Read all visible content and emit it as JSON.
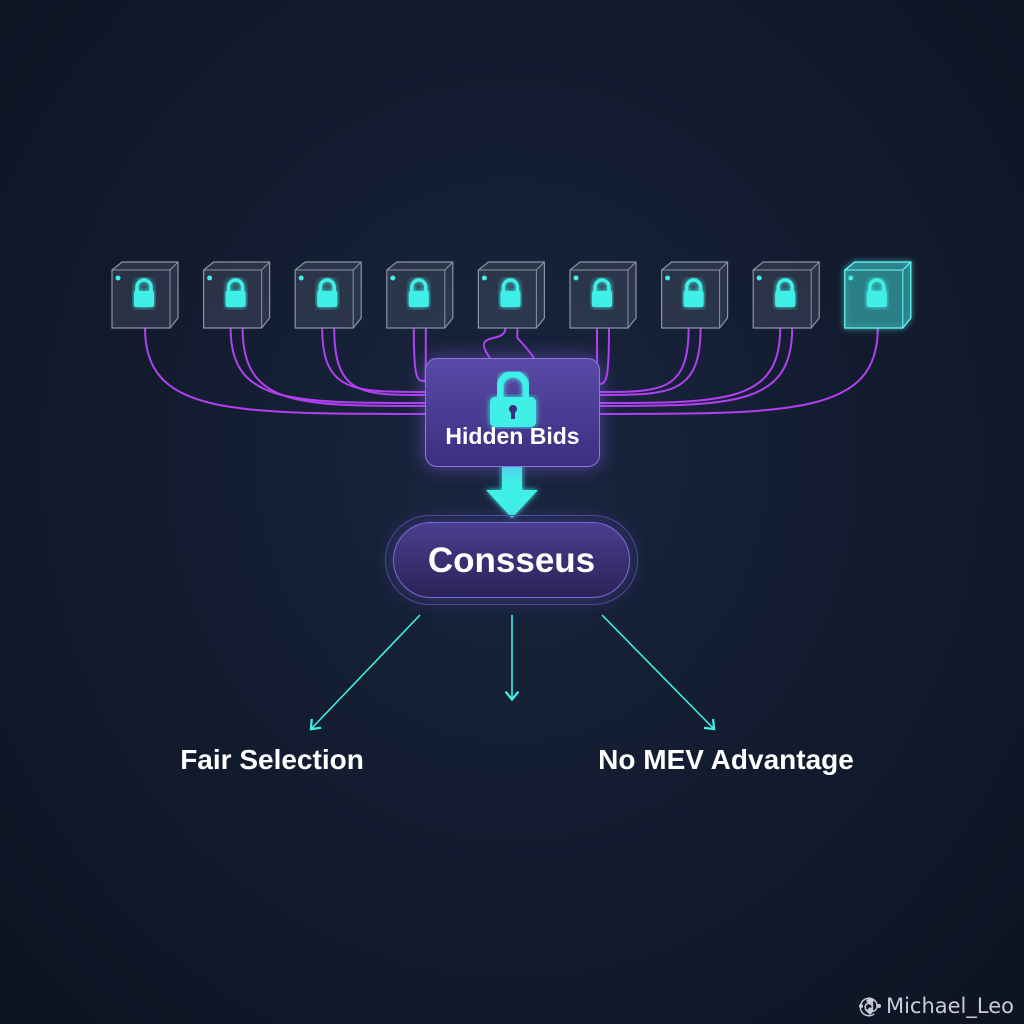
{
  "nodes": {
    "count": 9,
    "icon": "lock-icon"
  },
  "center": {
    "label": "Hidden Bids",
    "icon": "lock-icon"
  },
  "consensus": {
    "label": "Consseus"
  },
  "outcomes": [
    {
      "label": "Fair Selection"
    },
    {
      "label": "No MEV Advantage"
    }
  ],
  "watermark": {
    "text": "@ Michael_Leo"
  },
  "colors": {
    "cyan": "#3ff0e8",
    "purple": "#b040f0",
    "box": "#4a3f9a"
  }
}
